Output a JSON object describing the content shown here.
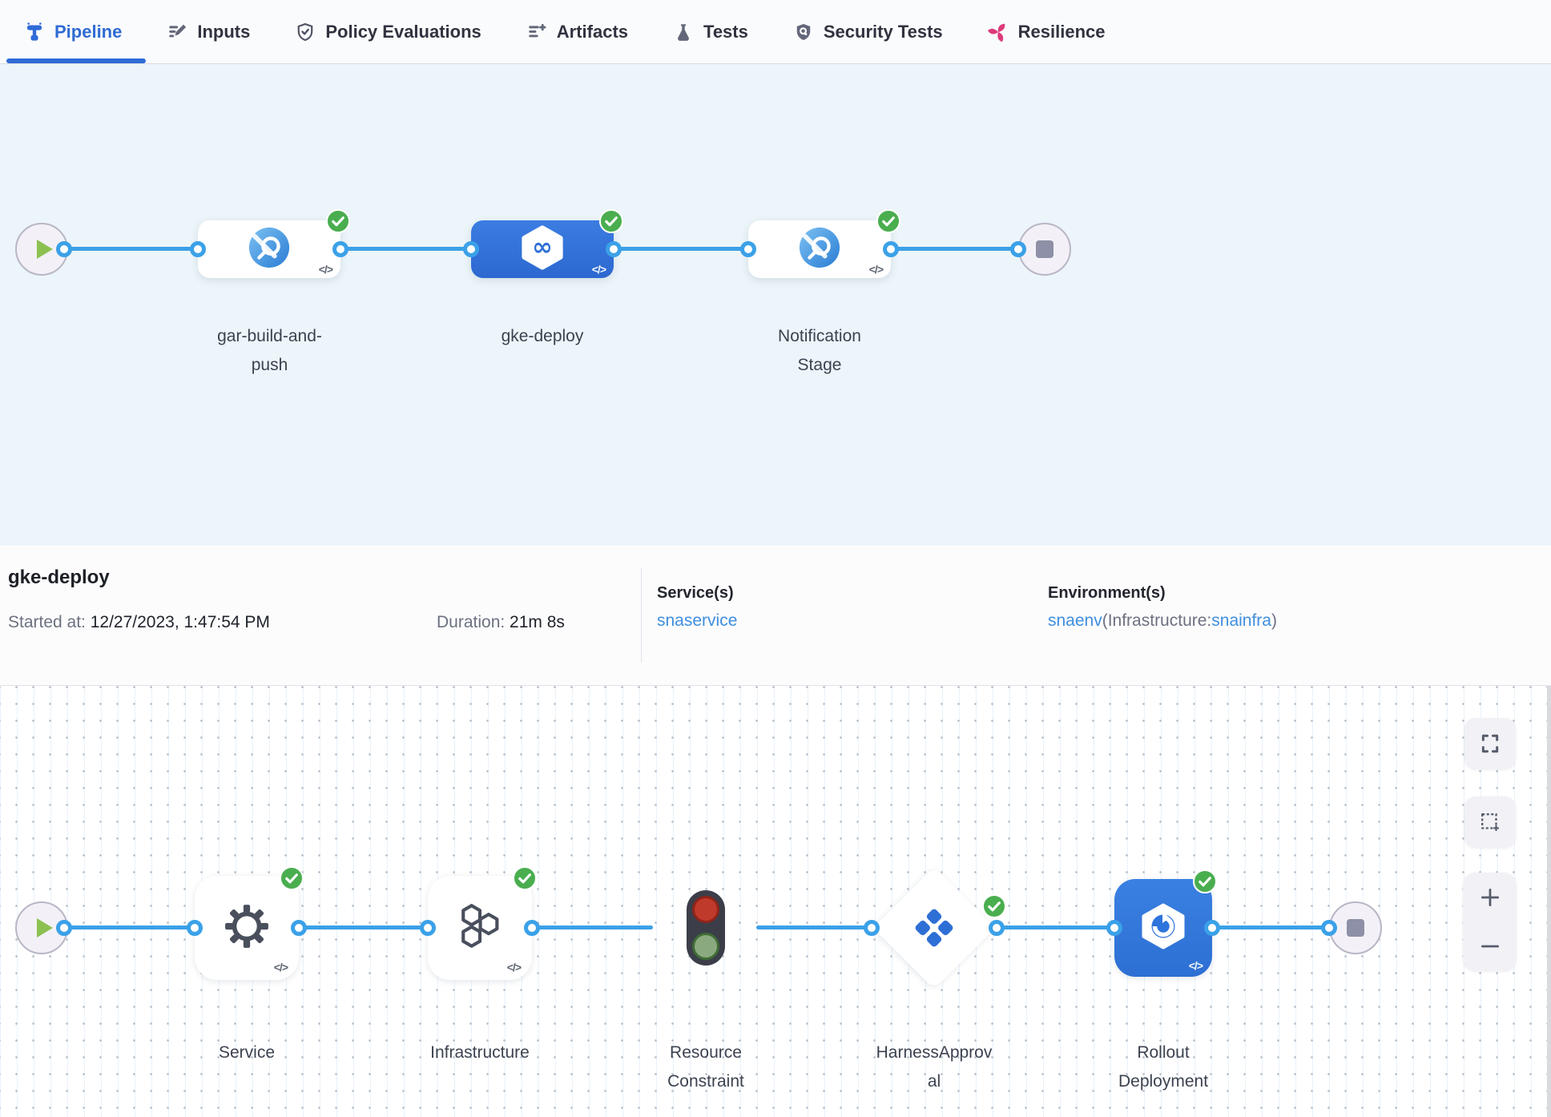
{
  "tab_bar": {
    "tabs": [
      {
        "label": "Pipeline",
        "active": true
      },
      {
        "label": "Inputs",
        "active": false
      },
      {
        "label": "Policy Evaluations",
        "active": false
      },
      {
        "label": "Artifacts",
        "active": false
      },
      {
        "label": "Tests",
        "active": false
      },
      {
        "label": "Security Tests",
        "active": false
      },
      {
        "label": "Resilience",
        "active": false
      }
    ]
  },
  "stage_pipeline": {
    "stages": [
      {
        "label": "gar-build-and-push",
        "status": "success",
        "selected": false
      },
      {
        "label": "gke-deploy",
        "status": "success",
        "selected": true
      },
      {
        "label": "Notification Stage",
        "status": "success",
        "selected": false
      }
    ]
  },
  "details_bar": {
    "title": "gke-deploy",
    "started_label": "Started at:",
    "started_value": " 12/27/2023, 1:47:54 PM",
    "duration_label": "Duration: ",
    "duration_value": "21m 8s",
    "services_label": "Service(s)",
    "service_name": "snaservice",
    "environments_label": "Environment(s)",
    "environment_name": "snaenv",
    "infrastructure_prefix": "(Infrastructure:",
    "infrastructure_name": "snainfra",
    "infrastructure_suffix": ")"
  },
  "execution_graph": {
    "steps": [
      {
        "label": "Service",
        "status": "success"
      },
      {
        "label": "Infrastructure",
        "status": "success"
      },
      {
        "label": "Resource Constraint",
        "status": "none"
      },
      {
        "label": "HarnessApproval",
        "status": "success"
      },
      {
        "label": "Rollout Deployment",
        "status": "success"
      }
    ]
  },
  "glyphs": {
    "code": "</>"
  },
  "colors": {
    "accent_blue": "#2f6bd8",
    "connector_blue": "#3ba1e8",
    "success_green": "#4aae4f",
    "link_blue": "#3f8ede",
    "resilience_pink": "#dd3b7c",
    "selected_stage_blue": "#2f72da"
  }
}
